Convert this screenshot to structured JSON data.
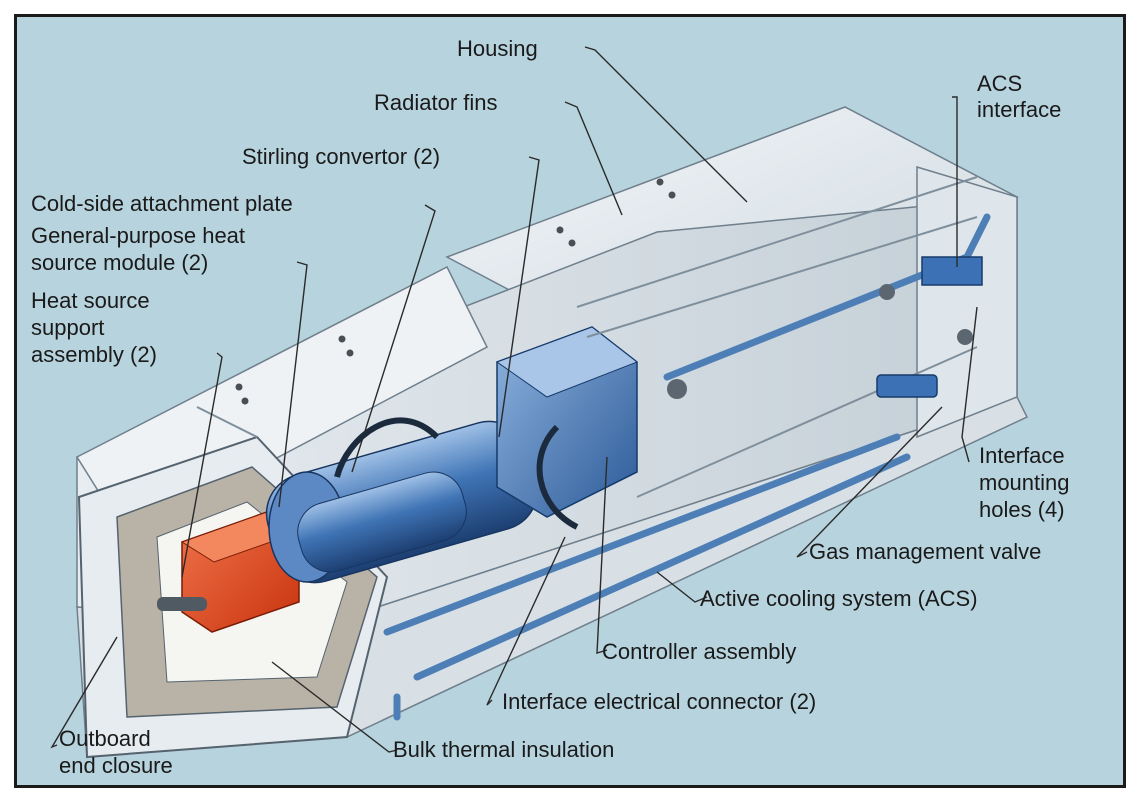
{
  "labels": {
    "housing": "Housing",
    "radiator_fins": "Radiator fins",
    "stirling_convertor": "Stirling convertor (2)",
    "cold_side_plate": "Cold-side attachment plate",
    "gphs_line1": "General-purpose heat",
    "gphs_line2": "source module (2)",
    "heat_support_line1": "Heat source",
    "heat_support_line2": "support",
    "heat_support_line3": "assembly (2)",
    "acs_interface_line1": "ACS",
    "acs_interface_line2": "interface",
    "mounting_holes_line1": "Interface",
    "mounting_holes_line2": "mounting",
    "mounting_holes_line3": "holes (4)",
    "gas_valve": "Gas management valve",
    "active_cooling": "Active cooling system (ACS)",
    "controller": "Controller assembly",
    "electrical_connector": "Interface electrical connector (2)",
    "bulk_insulation": "Bulk thermal insulation",
    "outboard_line1": "Outboard",
    "outboard_line2": "end closure"
  },
  "colors": {
    "background": "#b7d3dd",
    "housing": "#e9eef2",
    "convertor": "#3f74b5",
    "heat_source": "#e0461f",
    "insulation": "#b9b2a6"
  }
}
